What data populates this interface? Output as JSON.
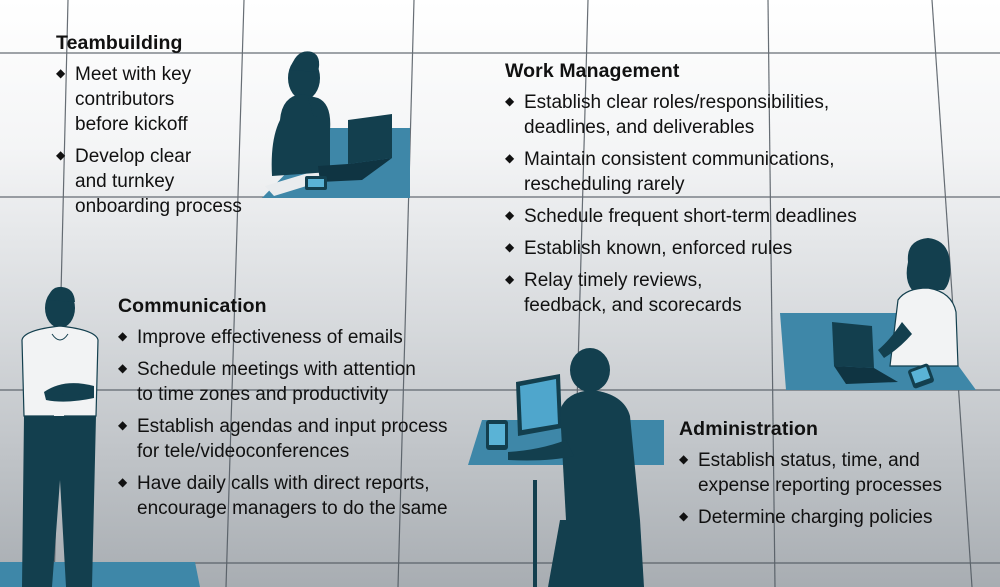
{
  "colors": {
    "silhouette": "#133f4e",
    "desk": "#3e87a8",
    "grid_lines": "#4e565e"
  },
  "icons": [
    "woman-laptop-silhouette",
    "man-standing-silhouette",
    "man-desk-silhouette",
    "woman-desk-silhouette"
  ],
  "sections": {
    "teambuilding": {
      "title": "Teambuilding",
      "items": [
        [
          "Meet with key",
          "contributors",
          "before kickoff"
        ],
        [
          "Develop clear",
          "and turnkey",
          "onboarding process"
        ]
      ]
    },
    "work_management": {
      "title": "Work Management",
      "items": [
        [
          "Establish clear roles/responsibilities,",
          "deadlines, and deliverables"
        ],
        [
          "Maintain consistent communications,",
          "rescheduling rarely"
        ],
        [
          "Schedule frequent short-term deadlines"
        ],
        [
          "Establish known, enforced rules"
        ],
        [
          "Relay timely reviews,",
          "feedback, and scorecards"
        ]
      ]
    },
    "communication": {
      "title": "Communication",
      "items": [
        [
          "Improve effectiveness of emails"
        ],
        [
          "Schedule meetings with attention",
          "to time zones and productivity"
        ],
        [
          "Establish agendas and input process",
          "for tele/videoconferences"
        ],
        [
          "Have daily calls with direct reports,",
          "encourage managers to do the same"
        ]
      ]
    },
    "administration": {
      "title": "Administration",
      "items": [
        [
          "Establish status, time, and",
          "expense reporting processes"
        ],
        [
          "Determine charging policies"
        ]
      ]
    }
  }
}
